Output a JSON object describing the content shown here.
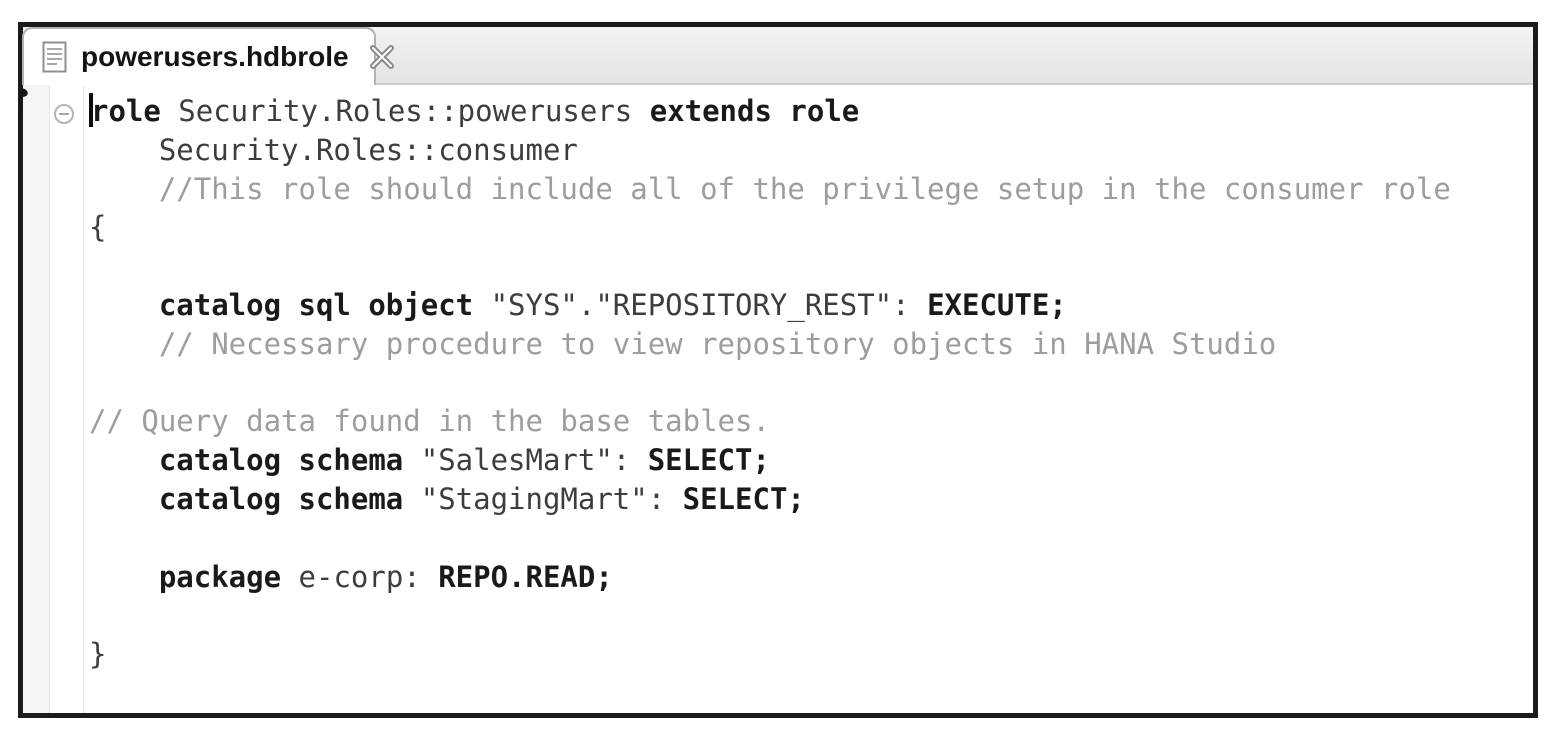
{
  "tab": {
    "title": "powerusers.hdbrole"
  },
  "icons": {
    "document_icon": "text-file",
    "close_icon": "close-x",
    "fold_icon": "collapse-minus",
    "margin_marker": "annotation-marker"
  },
  "editor": {
    "lines": [
      {
        "caret": true,
        "segments": [
          {
            "text": "role",
            "style": "keyword"
          },
          {
            "text": " Security.Roles::powerusers ",
            "style": "plain"
          },
          {
            "text": "extends role",
            "style": "keyword"
          }
        ]
      },
      {
        "segments": [
          {
            "text": "    Security.Roles::consumer",
            "style": "plain"
          }
        ]
      },
      {
        "segments": [
          {
            "text": "    //This role should include all of the privilege setup in the consumer role",
            "style": "comment"
          }
        ]
      },
      {
        "segments": [
          {
            "text": "{",
            "style": "plain"
          }
        ]
      },
      {
        "segments": []
      },
      {
        "segments": [
          {
            "text": "    catalog sql object",
            "style": "keyword"
          },
          {
            "text": " \"SYS\".\"REPOSITORY_REST\": ",
            "style": "plain"
          },
          {
            "text": "EXECUTE;",
            "style": "keyword"
          }
        ]
      },
      {
        "segments": [
          {
            "text": "    // Necessary procedure to view repository objects in HANA Studio",
            "style": "comment"
          }
        ]
      },
      {
        "segments": []
      },
      {
        "segments": [
          {
            "text": "// Query data found in the base tables.",
            "style": "comment"
          }
        ]
      },
      {
        "segments": [
          {
            "text": "    catalog schema",
            "style": "keyword"
          },
          {
            "text": " \"SalesMart\": ",
            "style": "plain"
          },
          {
            "text": "SELECT;",
            "style": "keyword"
          }
        ]
      },
      {
        "segments": [
          {
            "text": "    catalog schema",
            "style": "keyword"
          },
          {
            "text": " \"StagingMart\": ",
            "style": "plain"
          },
          {
            "text": "SELECT;",
            "style": "keyword"
          }
        ]
      },
      {
        "segments": []
      },
      {
        "segments": [
          {
            "text": "    package",
            "style": "keyword"
          },
          {
            "text": " e-corp: ",
            "style": "plain"
          },
          {
            "text": "REPO.READ;",
            "style": "keyword"
          }
        ]
      },
      {
        "segments": []
      },
      {
        "segments": [
          {
            "text": "}",
            "style": "plain"
          }
        ]
      }
    ]
  },
  "colors": {
    "keyword": "#1a1a1a",
    "plain": "#3d3d3d",
    "comment": "#9d9d9d",
    "caret": "#0c0c0c",
    "frame_border": "#1b1b1b",
    "tabbar_bg": "#ececec",
    "tab_border": "#b2b2b2",
    "ruler_bg": "#f5f5f5"
  }
}
